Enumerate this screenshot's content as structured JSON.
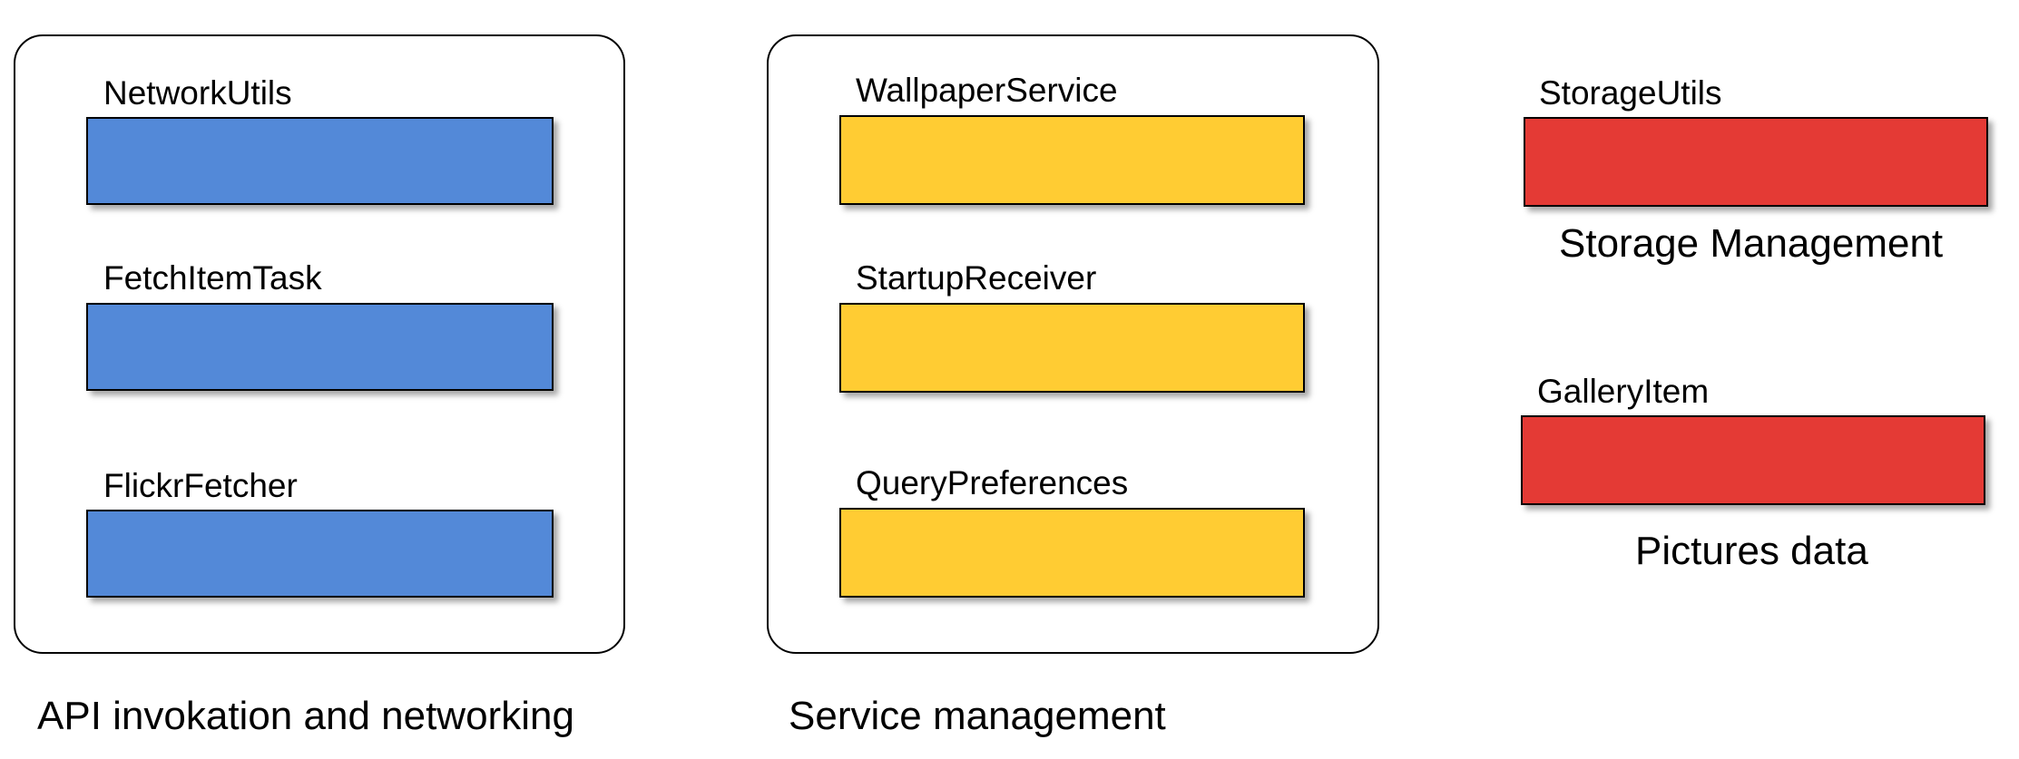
{
  "colors": {
    "networking": "#5389d8",
    "service": "#ffcc33",
    "storage": "#e43a35",
    "border": "#000000"
  },
  "groups": {
    "api": {
      "caption": "API invokation and networking",
      "components": [
        "NetworkUtils",
        "FetchItemTask",
        "FlickrFetcher"
      ]
    },
    "service": {
      "caption": "Service management",
      "components": [
        "WallpaperService",
        "StartupReceiver",
        "QueryPreferences"
      ]
    },
    "storage": {
      "component": "StorageUtils",
      "caption": "Storage Management"
    },
    "pictures": {
      "component": "GalleryItem",
      "caption": "Pictures data"
    }
  }
}
